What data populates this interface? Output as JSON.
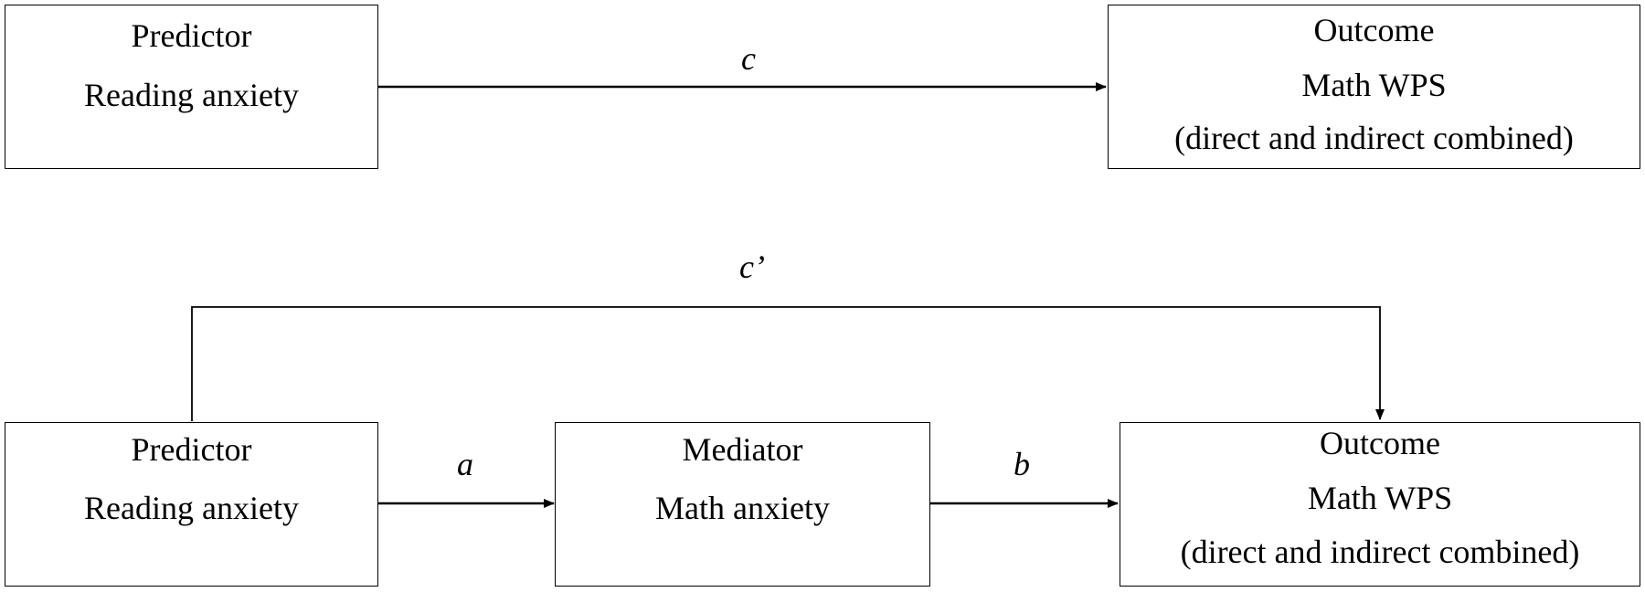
{
  "top_model": {
    "predictor": {
      "line1": "Predictor",
      "line2": "Reading anxiety"
    },
    "outcome": {
      "line1": "Outcome",
      "line2": "Math WPS",
      "line3": "(direct and indirect combined)"
    },
    "path_c_label": "c"
  },
  "mediation_model": {
    "predictor": {
      "line1": "Predictor",
      "line2": "Reading anxiety"
    },
    "mediator": {
      "line1": "Mediator",
      "line2": "Math anxiety"
    },
    "outcome": {
      "line1": "Outcome",
      "line2": "Math WPS",
      "line3": "(direct and indirect combined)"
    },
    "path_a_label": "a",
    "path_b_label": "b",
    "path_c_prime_label": "c’"
  }
}
